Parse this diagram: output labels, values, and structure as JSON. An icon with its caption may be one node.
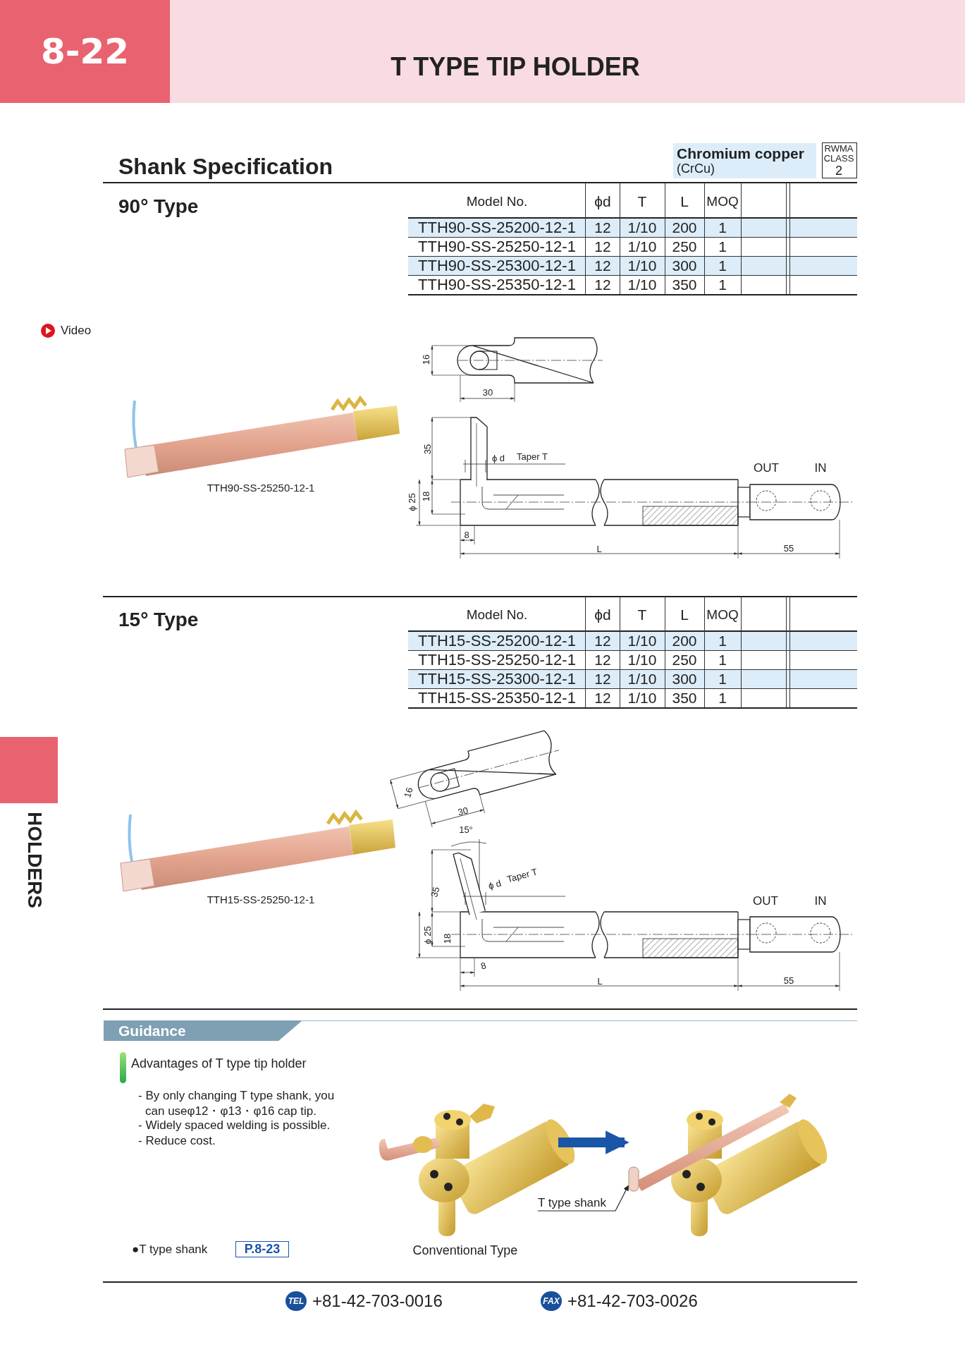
{
  "diagram": {
    "title": "T TYPE TIP HOLDER",
    "nodes": [
      {
        "text": [],
        "shape": "picture",
        "beside": [
          "Conventional Type"
        ]
      },
      {
        "text": [],
        "shape": "picture"
      },
      {
        "text": [
          "T type shank"
        ]
      }
    ],
    "edges": [
      {
        "from": 0,
        "to": 1,
        "arrow": "to",
        "style": "thick",
        "color": "#1a56a8"
      },
      {
        "from": 2,
        "to": 1,
        "arrow": "to",
        "color": "#222222"
      }
    ],
    "labels": [
      "8-22",
      "Shank Specification",
      "Chromium copper",
      "(CrCu)",
      "RWMA",
      "CLASS",
      "2",
      "90° Type",
      "Model No.",
      "ϕd",
      "T",
      "L",
      "MOQ",
      "TTH90-SS-25200-12-1",
      "12",
      "1/10",
      "200",
      "1",
      "TTH90-SS-25250-12-1",
      "12",
      "1/10",
      "250",
      "1",
      "TTH90-SS-25300-12-1",
      "12",
      "1/10",
      "300",
      "1",
      "TTH90-SS-25350-12-1",
      "12",
      "1/10",
      "350",
      "1",
      "Video",
      "16",
      "30",
      "35",
      "ϕ d",
      "Taper T",
      "OUT",
      "IN",
      "ϕ 25",
      "18",
      "8",
      "L",
      "55",
      "TTH90-SS-25250-12-1",
      "15° Type",
      "Model No.",
      "ϕd",
      "T",
      "L",
      "MOQ",
      "TTH15-SS-25200-12-1",
      "12",
      "1/10",
      "200",
      "1",
      "TTH15-SS-25250-12-1",
      "12",
      "1/10",
      "250",
      "1",
      "TTH15-SS-25300-12-1",
      "12",
      "1/10",
      "300",
      "1",
      "TTH15-SS-25350-12-1",
      "12",
      "1/10",
      "350",
      "1",
      "16",
      "30",
      "15°",
      "35",
      "ϕ d",
      "Taper T",
      "OUT",
      "IN",
      "ϕ 25",
      "18",
      "8",
      "L",
      "55",
      "TTH15-SS-25250-12-1",
      "HOLDERS",
      "Guidance",
      "Advantages of T type tip holder",
      "- By only changing T type shank, you can useφ12・φ13・φ16 cap tip.",
      "- Widely spaced welding is possible.",
      "- Reduce cost.",
      "●T type shank",
      "P.8-23",
      "TEL",
      "+81-42-703-0016",
      "FAX",
      "+81-42-703-0026"
    ]
  }
}
